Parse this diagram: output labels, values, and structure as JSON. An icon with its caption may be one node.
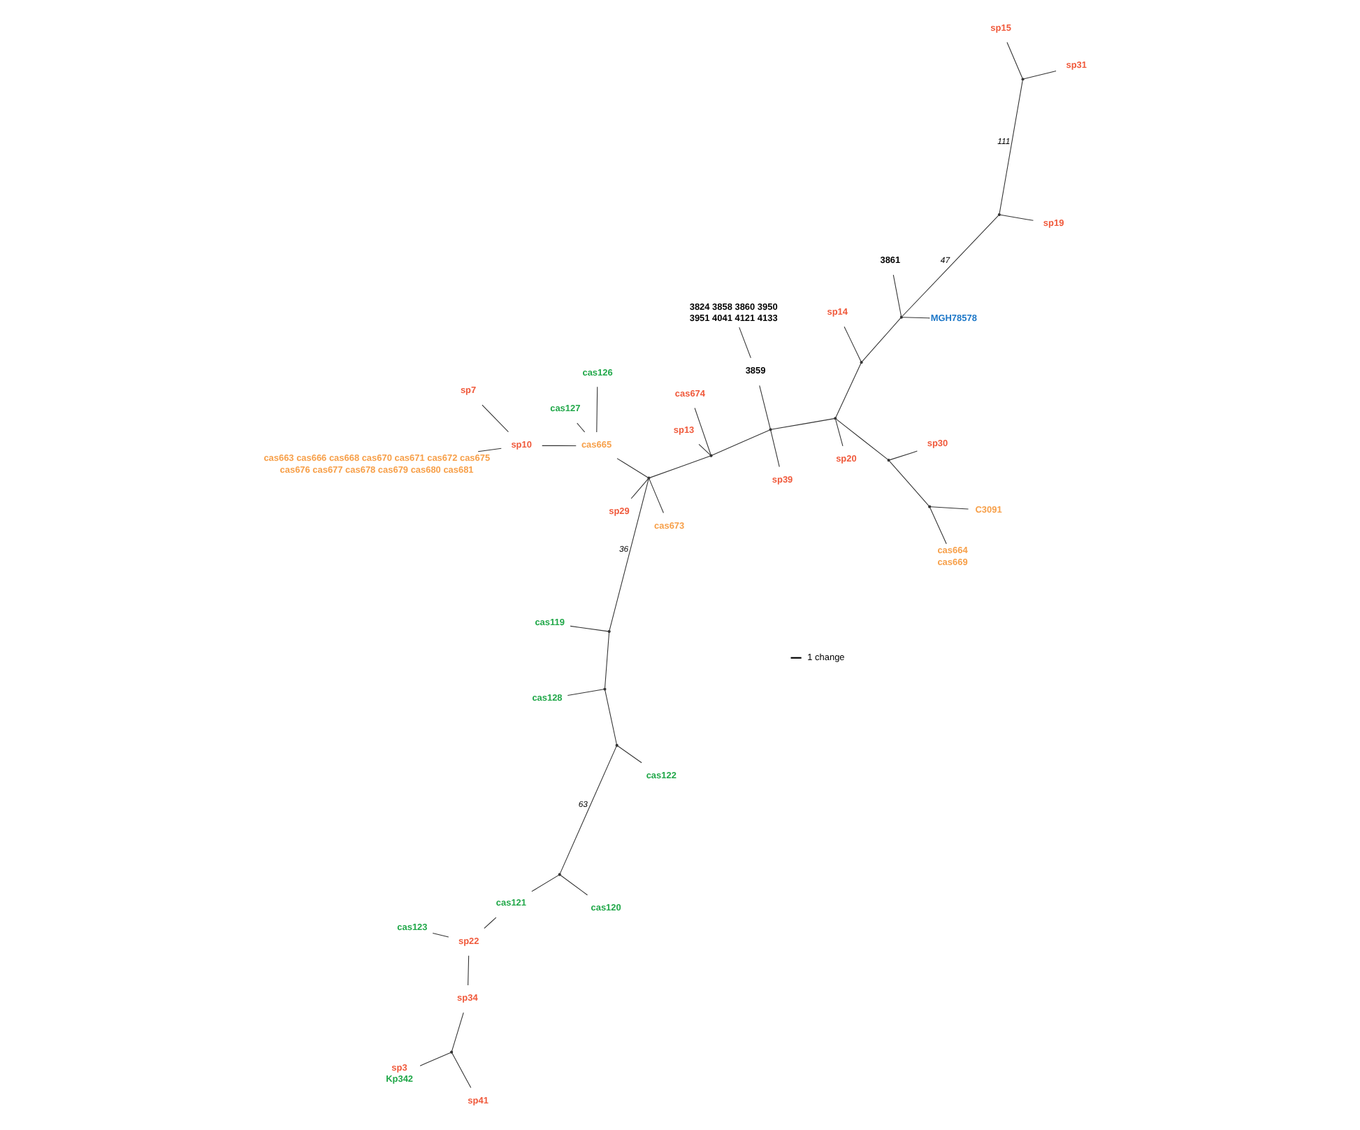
{
  "diagram": {
    "nodes": [
      {
        "text": [
          "sp3",
          "Kp342"
        ]
      },
      {
        "text": [
          "sp41"
        ]
      },
      {
        "text": [
          "sp34"
        ]
      },
      {
        "text": [
          "cas123"
        ]
      },
      {
        "text": [
          "sp22"
        ]
      },
      {
        "text": [
          "cas121"
        ]
      },
      {
        "text": [
          "cas120"
        ]
      },
      {
        "text": [
          "cas122"
        ]
      },
      {
        "text": [
          "cas119"
        ]
      },
      {
        "text": [
          "cas127"
        ]
      },
      {
        "text": [
          "cas128"
        ]
      },
      {
        "text": [
          "sp7"
        ]
      },
      {
        "text": [
          "cas663 cas666 cas668 cas670 cas671 cas672 cas675 cas676 cas677 cas678 cas679 cas680 cas681"
        ]
      },
      {
        "text": [
          "sp10"
        ]
      },
      {
        "text": [
          "sp29"
        ]
      },
      {
        "text": [
          "cas665"
        ]
      },
      {
        "text": [
          "cas673"
        ]
      },
      {
        "text": [
          "cas126"
        ]
      },
      {
        "text": [
          "sp13"
        ]
      },
      {
        "text": [
          "cas674"
        ]
      },
      {
        "text": [
          "sp20"
        ]
      },
      {
        "text": [
          "3859"
        ]
      },
      {
        "text": [
          "3861"
        ]
      },
      {
        "text": [
          "MGH78578"
        ]
      },
      {
        "text": [
          "sp14"
        ]
      },
      {
        "text": [
          "sp39"
        ]
      },
      {
        "text": [
          "sp30"
        ]
      },
      {
        "text": [
          "3824 3858 3860 3950 3951 4041 4121 4133"
        ]
      },
      {
        "text": [
          "cas664 cas669"
        ]
      },
      {
        "text": [
          "C3091"
        ]
      },
      {
        "text": [
          "sp15"
        ]
      },
      {
        "text": [
          "sp31"
        ]
      },
      {
        "text": [
          "sp19"
        ]
      },
      {
        "text": [],
        "shape": "point"
      },
      {
        "text": [],
        "shape": "point"
      },
      {
        "text": [],
        "shape": "point"
      },
      {
        "text": [],
        "shape": "point"
      },
      {
        "text": [],
        "shape": "point"
      },
      {
        "text": [],
        "shape": "point"
      },
      {
        "text": [],
        "shape": "point"
      },
      {
        "text": [],
        "shape": "point"
      },
      {
        "text": [],
        "shape": "point"
      },
      {
        "text": [],
        "shape": "point"
      },
      {
        "text": [],
        "shape": "point"
      },
      {
        "text": [],
        "shape": "point"
      },
      {
        "text": [],
        "shape": "point"
      },
      {
        "text": [],
        "shape": "point"
      },
      {
        "text": [],
        "shape": "point"
      }
    ],
    "edges": [
      {
        "from": 0,
        "to": 33,
        "arrow": "none"
      },
      {
        "from": 1,
        "to": 33,
        "arrow": "none"
      },
      {
        "from": 33,
        "to": 2,
        "arrow": "none"
      },
      {
        "from": 2,
        "to": 4,
        "arrow": "none"
      },
      {
        "from": 3,
        "to": 4,
        "arrow": "none"
      },
      {
        "from": 4,
        "to": 5,
        "arrow": "none"
      },
      {
        "from": 5,
        "to": 34,
        "arrow": "none"
      },
      {
        "from": 6,
        "to": 34,
        "arrow": "none"
      },
      {
        "from": 34,
        "to": 35,
        "arrow": "none",
        "label": "63"
      },
      {
        "from": 7,
        "to": 35,
        "arrow": "none"
      },
      {
        "from": 35,
        "to": 36,
        "arrow": "none"
      },
      {
        "from": 10,
        "to": 36,
        "arrow": "none"
      },
      {
        "from": 36,
        "to": 37,
        "arrow": "none"
      },
      {
        "from": 8,
        "to": 37,
        "arrow": "none"
      },
      {
        "from": 37,
        "to": 38,
        "arrow": "none",
        "label": "36"
      },
      {
        "from": 38,
        "to": 15,
        "arrow": "none"
      },
      {
        "from": 9,
        "to": 15,
        "arrow": "none"
      },
      {
        "from": 17,
        "to": 15,
        "arrow": "none"
      },
      {
        "from": 15,
        "to": 13,
        "arrow": "none"
      },
      {
        "from": 11,
        "to": 13,
        "arrow": "none"
      },
      {
        "from": 12,
        "to": 13,
        "arrow": "none"
      },
      {
        "from": 38,
        "to": 14,
        "arrow": "none"
      },
      {
        "from": 38,
        "to": 16,
        "arrow": "none"
      },
      {
        "from": 38,
        "to": 39,
        "arrow": "none"
      },
      {
        "from": 18,
        "to": 39,
        "arrow": "none"
      },
      {
        "from": 19,
        "to": 39,
        "arrow": "none"
      },
      {
        "from": 39,
        "to": 40,
        "arrow": "none"
      },
      {
        "from": 40,
        "to": 21,
        "arrow": "none"
      },
      {
        "from": 21,
        "to": 27,
        "arrow": "none"
      },
      {
        "from": 40,
        "to": 25,
        "arrow": "none"
      },
      {
        "from": 40,
        "to": 41,
        "arrow": "none"
      },
      {
        "from": 41,
        "to": 20,
        "arrow": "none"
      },
      {
        "from": 41,
        "to": 42,
        "arrow": "none"
      },
      {
        "from": 42,
        "to": 26,
        "arrow": "none"
      },
      {
        "from": 42,
        "to": 43,
        "arrow": "none"
      },
      {
        "from": 43,
        "to": 28,
        "arrow": "none"
      },
      {
        "from": 43,
        "to": 29,
        "arrow": "none"
      },
      {
        "from": 41,
        "to": 44,
        "arrow": "none"
      },
      {
        "from": 44,
        "to": 24,
        "arrow": "none"
      },
      {
        "from": 44,
        "to": 45,
        "arrow": "none"
      },
      {
        "from": 45,
        "to": 22,
        "arrow": "none"
      },
      {
        "from": 45,
        "to": 23,
        "arrow": "none"
      },
      {
        "from": 45,
        "to": 47,
        "arrow": "none",
        "label": "47"
      },
      {
        "from": 47,
        "to": 32,
        "arrow": "none"
      },
      {
        "from": 47,
        "to": 46,
        "arrow": "none",
        "label": "111"
      },
      {
        "from": 46,
        "to": 30,
        "arrow": "none"
      },
      {
        "from": 46,
        "to": 31,
        "arrow": "none"
      }
    ],
    "legend": [
      {
        "text": "1 change"
      }
    ]
  }
}
